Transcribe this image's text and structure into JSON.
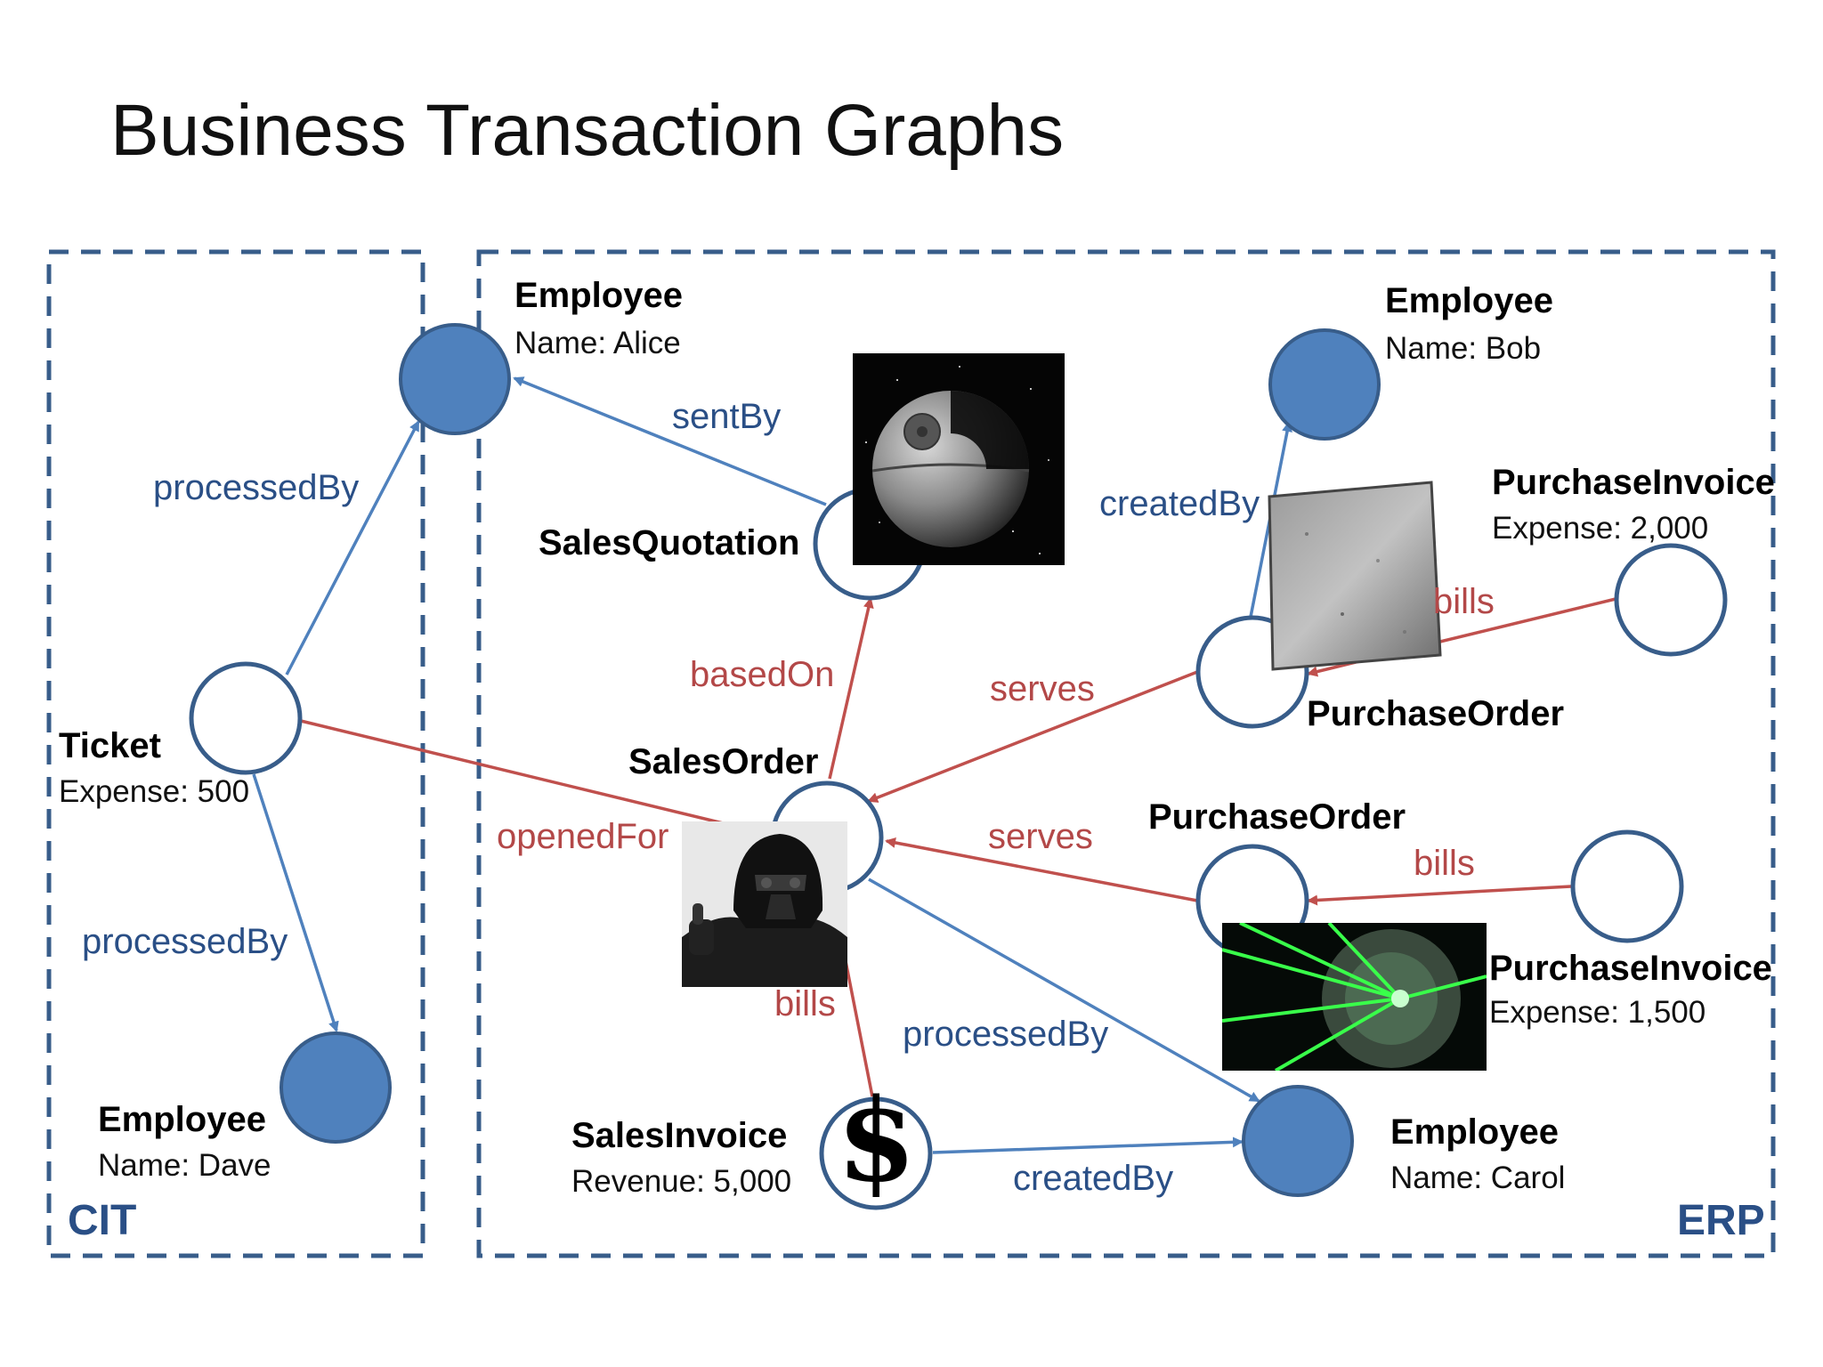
{
  "title": "Business Transaction Graphs",
  "colors": {
    "employee_fill": "#4f81bd",
    "node_stroke": "#385d8a",
    "blue_edge": "#4f81bd",
    "red_edge": "#c0504d",
    "region_border": "#385d8a"
  },
  "regions": {
    "cit": "CIT",
    "erp": "ERP"
  },
  "nodes": {
    "alice": {
      "type": "Employee",
      "attr": "Name: Alice"
    },
    "bob": {
      "type": "Employee",
      "attr": "Name: Bob"
    },
    "dave": {
      "type": "Employee",
      "attr": "Name: Dave"
    },
    "carol": {
      "type": "Employee",
      "attr": "Name: Carol"
    },
    "ticket": {
      "type": "Ticket",
      "attr": "Expense: 500"
    },
    "sales_quotation": {
      "type": "SalesQuotation"
    },
    "sales_order": {
      "type": "SalesOrder"
    },
    "sales_invoice": {
      "type": "SalesInvoice",
      "attr": "Revenue: 5,000"
    },
    "purchase_order_1": {
      "type": "PurchaseOrder"
    },
    "purchase_order_2": {
      "type": "PurchaseOrder"
    },
    "purchase_invoice_1": {
      "type": "PurchaseInvoice",
      "attr": "Expense: 2,000"
    },
    "purchase_invoice_2": {
      "type": "PurchaseInvoice",
      "attr": "Expense: 1,500"
    }
  },
  "edges": {
    "ticket_processedby_alice": "processedBy",
    "ticket_processedby_dave": "processedBy",
    "quotation_sentby_alice": "sentBy",
    "order_basedon_quotation": "basedOn",
    "ticket_openedfor_order": "openedFor",
    "po1_serves_order": "serves",
    "po1_createdby_bob": "createdBy",
    "pi1_bills_po1": "bills",
    "po2_serves_order": "serves",
    "pi2_bills_po2": "bills",
    "invoice_bills_order": "bills",
    "order_processedby_carol": "processedBy",
    "invoice_createdby_carol": "createdBy"
  },
  "icons": {
    "dollar": "$"
  }
}
